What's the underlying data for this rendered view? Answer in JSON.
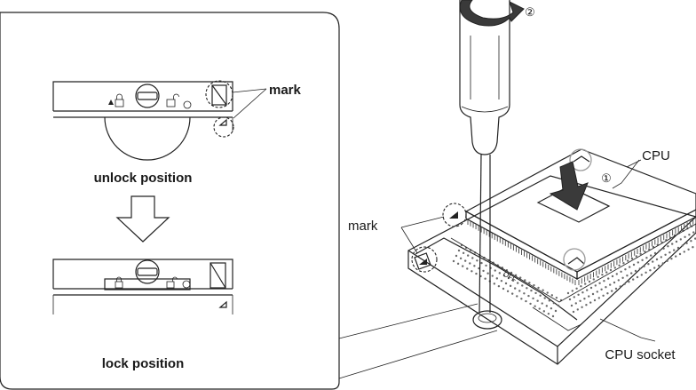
{
  "inset": {
    "top_caption": "",
    "callout_mark": "mark",
    "unlock_label": "unlock position",
    "lock_label": "lock position"
  },
  "main": {
    "mark_label": "mark",
    "cpu_label": "CPU",
    "socket_label": "CPU socket",
    "step1": "①",
    "step2": "②"
  },
  "colors": {
    "line": "#222222",
    "pins": "#6a6a6a",
    "highlight_circle": "#9a9a9a"
  }
}
